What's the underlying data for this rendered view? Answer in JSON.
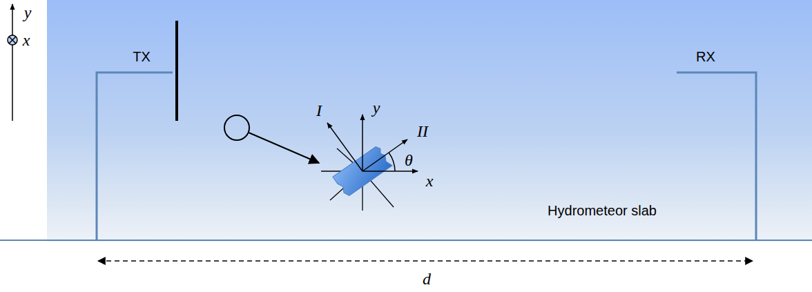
{
  "diagram": {
    "labels": [
      "y",
      "x",
      "TX",
      "RX",
      "I",
      "y",
      "II",
      "θ",
      "x",
      "Hydrometeor slab",
      "d"
    ]
  }
}
